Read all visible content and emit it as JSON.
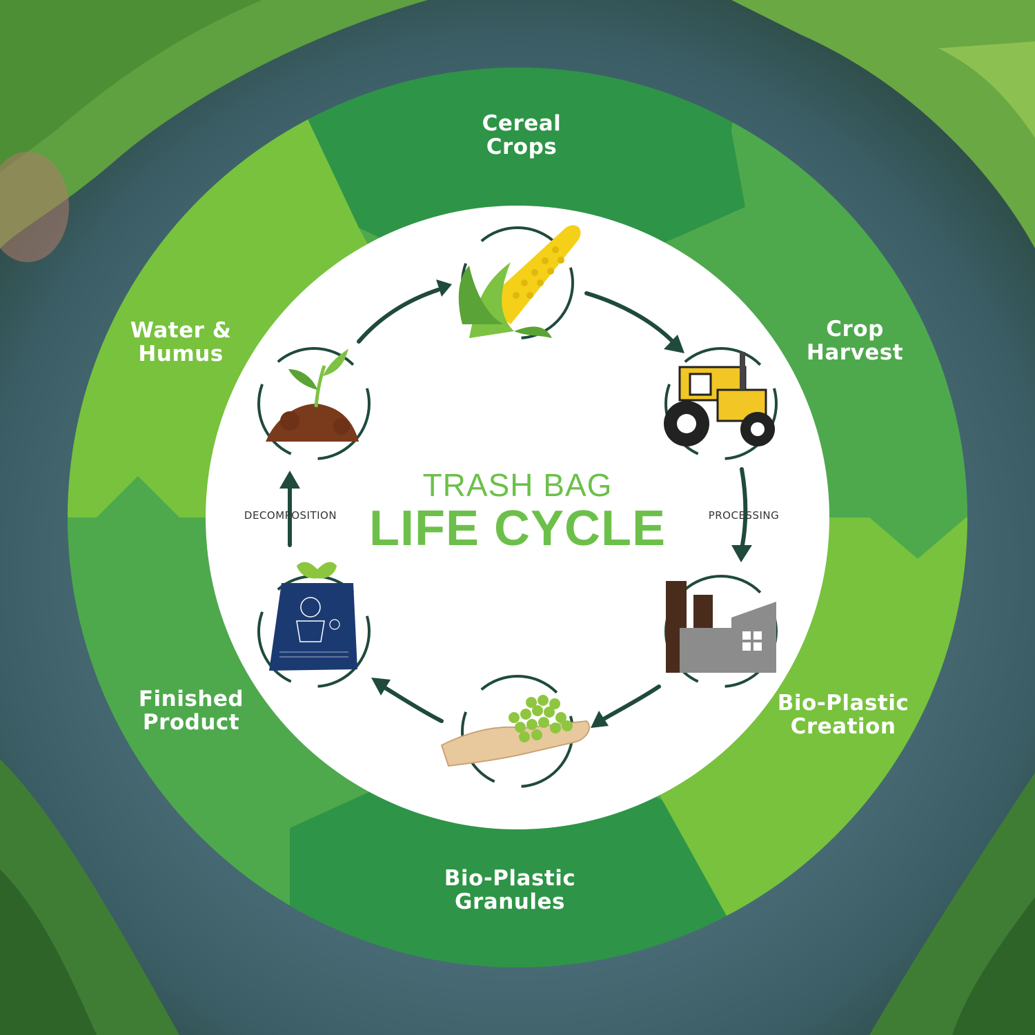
{
  "diagram": {
    "title_line1": "TRASH BAG",
    "title_line2": "LIFE CYCLE",
    "stages": [
      {
        "id": "cereal-crops",
        "label_line1": "Cereal",
        "label_line2": "Crops",
        "icon": "corn-icon"
      },
      {
        "id": "crop-harvest",
        "label_line1": "Crop",
        "label_line2": "Harvest",
        "icon": "tractor-icon"
      },
      {
        "id": "bio-plastic-creation",
        "label_line1": "Bio-Plastic",
        "label_line2": "Creation",
        "icon": "factory-icon"
      },
      {
        "id": "bio-plastic-granules",
        "label_line1": "Bio-Plastic",
        "label_line2": "Granules",
        "icon": "granules-hand-icon"
      },
      {
        "id": "finished-product",
        "label_line1": "Finished",
        "label_line2": "Product",
        "icon": "trash-bag-icon"
      },
      {
        "id": "water-humus",
        "label_line1": "Water &",
        "label_line2": "Humus",
        "icon": "sprout-soil-icon"
      }
    ],
    "arrow_labels": {
      "processing": "PROCESSING",
      "decomposition": "DECOMPOSITION"
    },
    "colors": {
      "dark_green": "#2e9447",
      "mid_green": "#4ea94d",
      "light_green": "#78c23e",
      "title_green": "#6cc04a",
      "arrow": "#1f4a3c",
      "white": "#ffffff"
    }
  }
}
